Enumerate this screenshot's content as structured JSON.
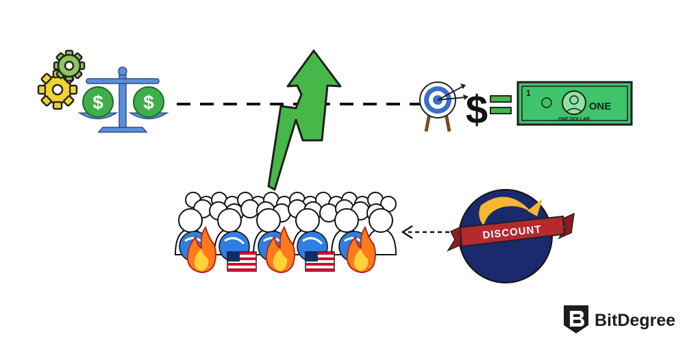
{
  "icons": {
    "gear_large": "gear-icon",
    "gear_small": "gear-icon",
    "balance_scale": "balance-scale-icon",
    "dollar_coin_left": "dollar-coin-icon",
    "dollar_coin_right": "dollar-coin-icon",
    "growth_arrow": "zigzag-up-arrow-icon",
    "target": "archery-target-icon",
    "dollar_sign": "dollar-sign-icon",
    "equals": "equals-icon",
    "dollar_bill": "dollar-bill-icon",
    "crowd": "crowd-icon",
    "fire": "fire-icon",
    "ust_coin": "ust-coin-icon",
    "us_flag": "us-flag-icon",
    "terra_luna_coin": "terra-luna-coin-icon",
    "logo": "bitdegree-logo-icon"
  },
  "coins": {
    "left_symbol": "$",
    "right_symbol": "$"
  },
  "dollar_sign_text": "$",
  "bill": {
    "amount_word": "ONE",
    "caption": "ONE DOLLAR",
    "corner_digit": "1"
  },
  "discount_label": "DISCOUNT",
  "brand": {
    "name": "BitDegree"
  },
  "colors": {
    "gear_yellow": "#f2d22e",
    "gear_green": "#8cc55a",
    "scale_blue": "#5b8fd6",
    "coin_green": "#3fae4b",
    "arrow_green": "#47b74a",
    "bill_green": "#3fc36b",
    "target_blue": "#3a6fc9",
    "luna_navy": "#1a2a6c",
    "luna_gold": "#f7b731",
    "ribbon_red": "#b52a2f",
    "fire_orange": "#ff7a1a",
    "fire_yellow": "#ffd23a",
    "ust_blue": "#2f7fe0",
    "logo_dark": "#1d1d1d"
  }
}
